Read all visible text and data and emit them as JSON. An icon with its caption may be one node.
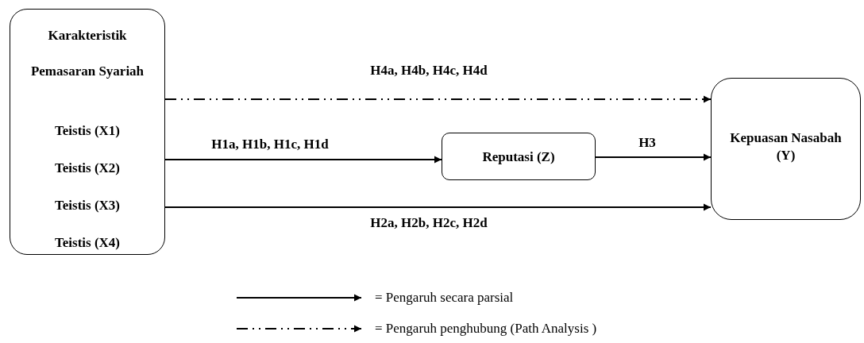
{
  "diagram": {
    "nodes": [
      {
        "text": [
          "Karakteristik",
          "Pemasaran Syariah",
          "Teistis (X1)",
          "Teistis (X2)",
          "Teistis (X3)",
          "Teistis (X4)"
        ]
      },
      {
        "text": [
          "Reputasi (Z)"
        ]
      },
      {
        "text": [
          "Kepuasan Nasabah (Y)"
        ]
      }
    ],
    "edges": [
      {
        "from": 0,
        "to": 2,
        "arrow": "to",
        "label": "H4a, H4b, H4c, H4d",
        "style": "dashed"
      },
      {
        "from": 0,
        "to": 1,
        "arrow": "to",
        "label": "H1a, H1b, H1c, H1d"
      },
      {
        "from": 1,
        "to": 2,
        "arrow": "to",
        "label": "H3"
      },
      {
        "from": 0,
        "to": 2,
        "arrow": "to",
        "label": "H2a, H2b, H2c, H2d"
      }
    ],
    "legend": [
      {
        "text": "= Pengaruh secara parsial"
      },
      {
        "text": "= Pengaruh penghubung (Path Analysis )"
      }
    ]
  }
}
